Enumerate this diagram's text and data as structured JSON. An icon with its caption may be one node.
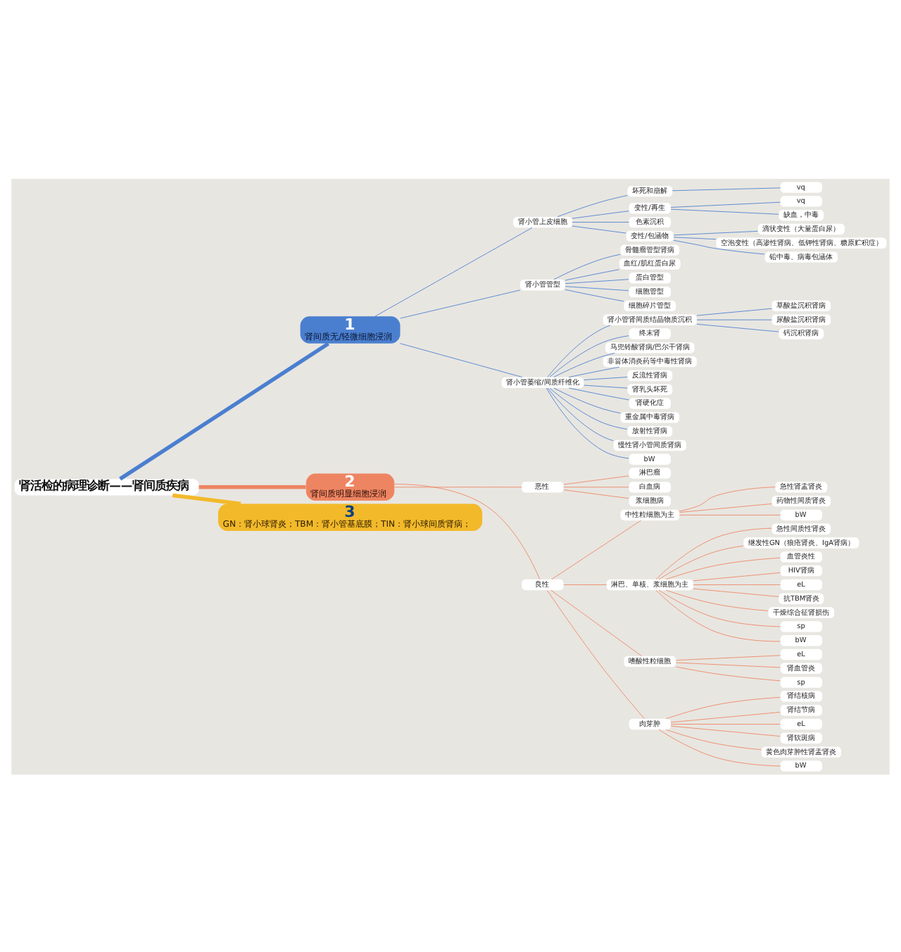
{
  "diagram": {
    "nodes": [
      {
        "text": [
          "肾活检的病理诊断——肾间质疾病"
        ]
      },
      {
        "text": [
          "1",
          "肾间质无/轻微细胞浸润"
        ]
      },
      {
        "text": [
          "肾小管上皮细胞"
        ]
      },
      {
        "text": [
          "坏死和崩解"
        ]
      },
      {
        "text": [
          "vq"
        ]
      },
      {
        "text": [
          "变性/再生"
        ]
      },
      {
        "text": [
          "vq"
        ]
      },
      {
        "text": [
          "缺血，中毒"
        ]
      },
      {
        "text": [
          "色素沉积"
        ]
      },
      {
        "text": [
          "变性/包涵物"
        ]
      },
      {
        "text": [
          "滴状变性（大量蛋白尿）"
        ]
      },
      {
        "text": [
          "空泡变性（高渗性肾病、低钾性肾病、糖原贮积症）"
        ]
      },
      {
        "text": [
          "铅中毒、病毒包涵体"
        ]
      },
      {
        "text": [
          "肾小管管型"
        ]
      },
      {
        "text": [
          "骨髓瘤管型肾病"
        ]
      },
      {
        "text": [
          "血红/肌红蛋白尿"
        ]
      },
      {
        "text": [
          "蛋白管型"
        ]
      },
      {
        "text": [
          "细胞管型"
        ]
      },
      {
        "text": [
          "细胞碎片管型"
        ]
      },
      {
        "text": [
          "肾小管萎缩/间质纤维化"
        ]
      },
      {
        "text": [
          "肾小管肾间质结晶物质沉积"
        ]
      },
      {
        "text": [
          "草酸盐沉积肾病"
        ]
      },
      {
        "text": [
          "尿酸盐沉积肾病"
        ]
      },
      {
        "text": [
          "钙沉积肾病"
        ]
      },
      {
        "text": [
          "终末肾"
        ]
      },
      {
        "text": [
          "马兜铃酸肾病/巴尔干肾病"
        ]
      },
      {
        "text": [
          "非甾体消炎药等中毒性肾病"
        ]
      },
      {
        "text": [
          "反流性肾病"
        ]
      },
      {
        "text": [
          "肾乳头坏死"
        ]
      },
      {
        "text": [
          "肾硬化症"
        ]
      },
      {
        "text": [
          "重金属中毒肾病"
        ]
      },
      {
        "text": [
          "放射性肾病"
        ]
      },
      {
        "text": [
          "慢性肾小管间质肾病"
        ]
      },
      {
        "text": [
          "bW"
        ]
      },
      {
        "text": [
          "2",
          "肾间质明显细胞浸润"
        ]
      },
      {
        "text": [
          "恶性"
        ]
      },
      {
        "text": [
          "淋巴瘤"
        ]
      },
      {
        "text": [
          "白血病"
        ]
      },
      {
        "text": [
          "浆细胞病"
        ]
      },
      {
        "text": [
          "良性"
        ]
      },
      {
        "text": [
          "中性粒细胞为主"
        ]
      },
      {
        "text": [
          "急性肾盂肾炎"
        ]
      },
      {
        "text": [
          "药物性间质肾炎"
        ]
      },
      {
        "text": [
          "bW"
        ]
      },
      {
        "text": [
          "淋巴、单核、浆细胞为主"
        ]
      },
      {
        "text": [
          "急性间质性肾炎"
        ]
      },
      {
        "text": [
          "继发性GN（狼疮肾炎、IgA肾病）"
        ]
      },
      {
        "text": [
          "血管炎性"
        ]
      },
      {
        "text": [
          "HIV肾病"
        ]
      },
      {
        "text": [
          "eL"
        ]
      },
      {
        "text": [
          "抗TBM肾炎"
        ]
      },
      {
        "text": [
          "干燥综合征肾损伤"
        ]
      },
      {
        "text": [
          "sp"
        ]
      },
      {
        "text": [
          "bW"
        ]
      },
      {
        "text": [
          "嗜酸性粒细胞"
        ]
      },
      {
        "text": [
          "eL"
        ]
      },
      {
        "text": [
          "肾血管炎"
        ]
      },
      {
        "text": [
          "sp"
        ]
      },
      {
        "text": [
          "肉芽肿"
        ]
      },
      {
        "text": [
          "肾结核病"
        ]
      },
      {
        "text": [
          "肾结节病"
        ]
      },
      {
        "text": [
          "eL"
        ]
      },
      {
        "text": [
          "肾软斑病"
        ]
      },
      {
        "text": [
          "黄色肉芽肿性肾盂肾炎"
        ]
      },
      {
        "text": [
          "bW"
        ]
      },
      {
        "text": [
          "3",
          "GN：肾小球肾炎；TBM：肾小管基底膜；TIN：肾小球间质肾病；"
        ]
      }
    ],
    "edges": [
      {
        "from": 0,
        "to": 1,
        "arrow": "none",
        "style": "thick"
      },
      {
        "from": 1,
        "to": 2,
        "arrow": "none"
      },
      {
        "from": 2,
        "to": 3,
        "arrow": "none"
      },
      {
        "from": 3,
        "to": 4,
        "arrow": "none"
      },
      {
        "from": 2,
        "to": 5,
        "arrow": "none"
      },
      {
        "from": 5,
        "to": 6,
        "arrow": "none"
      },
      {
        "from": 5,
        "to": 7,
        "arrow": "none"
      },
      {
        "from": 2,
        "to": 8,
        "arrow": "none"
      },
      {
        "from": 2,
        "to": 9,
        "arrow": "none"
      },
      {
        "from": 9,
        "to": 10,
        "arrow": "none"
      },
      {
        "from": 9,
        "to": 11,
        "arrow": "none"
      },
      {
        "from": 9,
        "to": 12,
        "arrow": "none"
      },
      {
        "from": 1,
        "to": 13,
        "arrow": "none"
      },
      {
        "from": 13,
        "to": 14,
        "arrow": "none"
      },
      {
        "from": 13,
        "to": 15,
        "arrow": "none"
      },
      {
        "from": 13,
        "to": 16,
        "arrow": "none"
      },
      {
        "from": 13,
        "to": 17,
        "arrow": "none"
      },
      {
        "from": 13,
        "to": 18,
        "arrow": "none"
      },
      {
        "from": 1,
        "to": 19,
        "arrow": "none"
      },
      {
        "from": 19,
        "to": 20,
        "arrow": "none"
      },
      {
        "from": 20,
        "to": 21,
        "arrow": "none"
      },
      {
        "from": 20,
        "to": 22,
        "arrow": "none"
      },
      {
        "from": 20,
        "to": 23,
        "arrow": "none"
      },
      {
        "from": 19,
        "to": 24,
        "arrow": "none"
      },
      {
        "from": 19,
        "to": 25,
        "arrow": "none"
      },
      {
        "from": 19,
        "to": 26,
        "arrow": "none"
      },
      {
        "from": 19,
        "to": 27,
        "arrow": "none"
      },
      {
        "from": 19,
        "to": 28,
        "arrow": "none"
      },
      {
        "from": 19,
        "to": 29,
        "arrow": "none"
      },
      {
        "from": 19,
        "to": 30,
        "arrow": "none"
      },
      {
        "from": 19,
        "to": 31,
        "arrow": "none"
      },
      {
        "from": 19,
        "to": 32,
        "arrow": "none"
      },
      {
        "from": 19,
        "to": 33,
        "arrow": "none"
      },
      {
        "from": 0,
        "to": 34,
        "arrow": "none",
        "style": "thick",
        "color": "#ee8562"
      },
      {
        "from": 34,
        "to": 35,
        "arrow": "none",
        "color": "#ee8562"
      },
      {
        "from": 35,
        "to": 36,
        "arrow": "none",
        "color": "#ee8562"
      },
      {
        "from": 35,
        "to": 37,
        "arrow": "none",
        "color": "#ee8562"
      },
      {
        "from": 35,
        "to": 38,
        "arrow": "none",
        "color": "#ee8562"
      },
      {
        "from": 34,
        "to": 39,
        "arrow": "none",
        "color": "#ee8562"
      },
      {
        "from": 39,
        "to": 40,
        "arrow": "none",
        "color": "#ee8562"
      },
      {
        "from": 40,
        "to": 41,
        "arrow": "none",
        "color": "#ee8562"
      },
      {
        "from": 40,
        "to": 42,
        "arrow": "none",
        "color": "#ee8562"
      },
      {
        "from": 40,
        "to": 43,
        "arrow": "none",
        "color": "#ee8562"
      },
      {
        "from": 39,
        "to": 44,
        "arrow": "none",
        "color": "#ee8562"
      },
      {
        "from": 44,
        "to": 45,
        "arrow": "none",
        "color": "#ee8562"
      },
      {
        "from": 44,
        "to": 46,
        "arrow": "none",
        "color": "#ee8562"
      },
      {
        "from": 44,
        "to": 47,
        "arrow": "none",
        "color": "#ee8562"
      },
      {
        "from": 44,
        "to": 48,
        "arrow": "none",
        "color": "#ee8562"
      },
      {
        "from": 44,
        "to": 49,
        "arrow": "none",
        "color": "#ee8562"
      },
      {
        "from": 44,
        "to": 50,
        "arrow": "none",
        "color": "#ee8562"
      },
      {
        "from": 44,
        "to": 51,
        "arrow": "none",
        "color": "#ee8562"
      },
      {
        "from": 44,
        "to": 52,
        "arrow": "none",
        "color": "#ee8562"
      },
      {
        "from": 44,
        "to": 53,
        "arrow": "none",
        "color": "#ee8562"
      },
      {
        "from": 39,
        "to": 54,
        "arrow": "none",
        "color": "#ee8562"
      },
      {
        "from": 54,
        "to": 55,
        "arrow": "none",
        "color": "#ee8562"
      },
      {
        "from": 54,
        "to": 56,
        "arrow": "none",
        "color": "#ee8562"
      },
      {
        "from": 54,
        "to": 57,
        "arrow": "none",
        "color": "#ee8562"
      },
      {
        "from": 39,
        "to": 58,
        "arrow": "none",
        "color": "#ee8562"
      },
      {
        "from": 58,
        "to": 59,
        "arrow": "none",
        "color": "#ee8562"
      },
      {
        "from": 58,
        "to": 60,
        "arrow": "none",
        "color": "#ee8562"
      },
      {
        "from": 58,
        "to": 61,
        "arrow": "none",
        "color": "#ee8562"
      },
      {
        "from": 58,
        "to": 62,
        "arrow": "none",
        "color": "#ee8562"
      },
      {
        "from": 58,
        "to": 63,
        "arrow": "none",
        "color": "#ee8562"
      },
      {
        "from": 58,
        "to": 64,
        "arrow": "none",
        "color": "#ee8562"
      },
      {
        "from": 0,
        "to": 65,
        "arrow": "none",
        "style": "thick",
        "color": "#f2b92a"
      }
    ]
  }
}
